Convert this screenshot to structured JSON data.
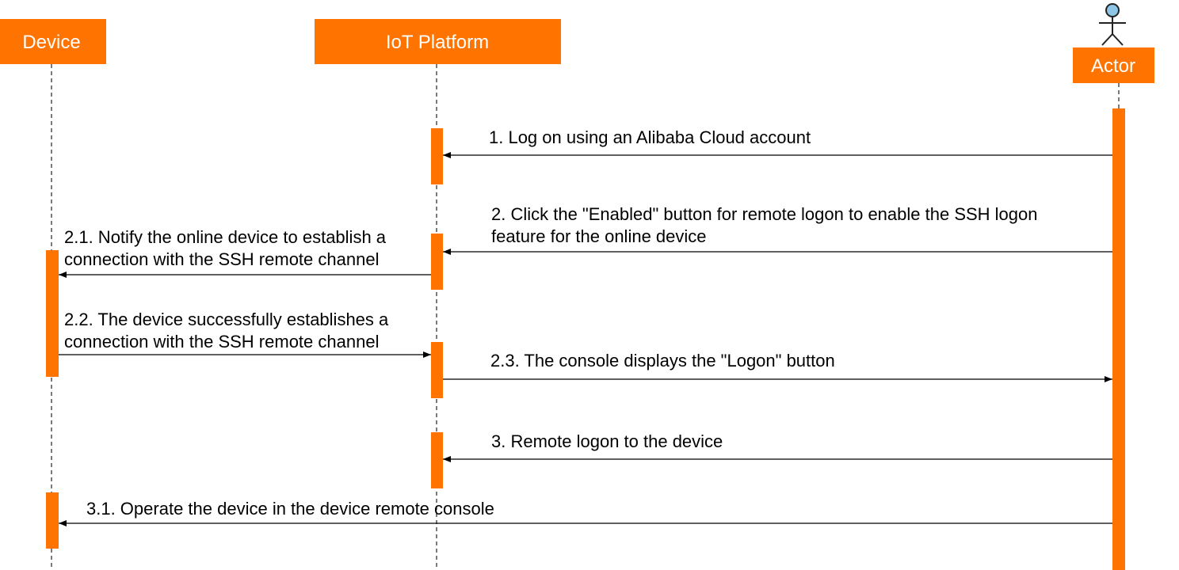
{
  "participants": [
    {
      "id": "device",
      "label": "Device"
    },
    {
      "id": "platform",
      "label": "IoT Platform"
    },
    {
      "id": "actor",
      "label": "Actor"
    }
  ],
  "colors": {
    "accent": "#ff7300",
    "line": "#000000",
    "actor_head": "#8ec6e8"
  },
  "icons": {
    "actor": "stick-figure-icon"
  },
  "messages": [
    {
      "from": "actor",
      "to": "platform",
      "lines": [
        "1. Log on using an Alibaba Cloud account"
      ]
    },
    {
      "from": "actor",
      "to": "platform",
      "lines": [
        "2. Click the \"Enabled\" button for remote logon to enable the SSH logon",
        "feature for the online device"
      ]
    },
    {
      "from": "platform",
      "to": "device",
      "lines": [
        "2.1. Notify the online device to establish a",
        "connection with the SSH remote channel"
      ]
    },
    {
      "from": "device",
      "to": "platform",
      "lines": [
        "2.2. The device successfully establishes a",
        "connection with the SSH remote channel"
      ]
    },
    {
      "from": "platform",
      "to": "actor",
      "lines": [
        "2.3. The console displays the \"Logon\" button"
      ]
    },
    {
      "from": "actor",
      "to": "platform",
      "lines": [
        "3. Remote logon to the device"
      ]
    },
    {
      "from": "actor",
      "to": "device",
      "lines": [
        "3.1. Operate the device in the device remote console"
      ]
    }
  ]
}
